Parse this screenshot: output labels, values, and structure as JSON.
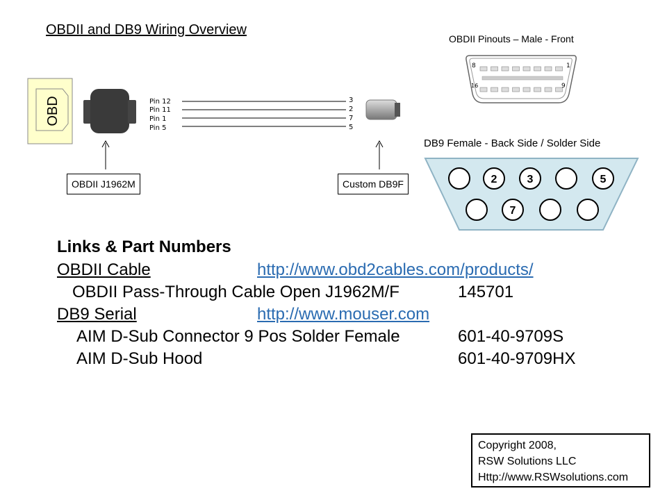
{
  "title": "OBDII and DB9 Wiring Overview",
  "obdii_pinout_title": "OBDII Pinouts – Male - Front",
  "obdii_pin_numbers": {
    "top_left": "8",
    "top_right": "1",
    "bottom_left": "16",
    "bottom_right": "9"
  },
  "obd_label": "OBD",
  "wire_pins_left": [
    "Pin  12",
    "Pin  11",
    "Pin  1",
    "Pin  5"
  ],
  "wire_pins_right": [
    "3",
    "2",
    "7",
    "5"
  ],
  "callouts": {
    "obd_connector": "OBDII J1962M",
    "db9_connector": "Custom DB9F"
  },
  "db9_title": "DB9 Female - Back Side / Solder Side",
  "db9_pins": {
    "top_row": [
      "",
      "2",
      "3",
      "",
      "5"
    ],
    "bottom_row": [
      "",
      "7",
      "",
      ""
    ]
  },
  "links": {
    "heading": "Links & Part Numbers",
    "rows": [
      {
        "label": "OBDII Cable",
        "url": "http://www.obd2cables.com/products/"
      },
      {
        "description": "OBDII Pass-Through Cable Open J1962M/F",
        "part": "145701"
      },
      {
        "label": "DB9 Serial",
        "url": "http://www.mouser.com"
      },
      {
        "description": "AIM D-Sub Connector 9 Pos Solder Female",
        "part": "601-40-9709S"
      },
      {
        "description": "AIM D-Sub Hood",
        "part": "601-40-9709HX"
      }
    ]
  },
  "copyright": {
    "line1": "Copyright 2008,",
    "line2": "RSW Solutions LLC",
    "line3": "Http://www.RSWsolutions.com"
  },
  "colors": {
    "obd_box_fill": "#ffffcc",
    "db9_shell_fill": "#d3e8ef",
    "db9_shell_stroke": "#8fb3c4",
    "connector_dark": "#3a3a3a",
    "link_color": "#2a6bb1"
  }
}
